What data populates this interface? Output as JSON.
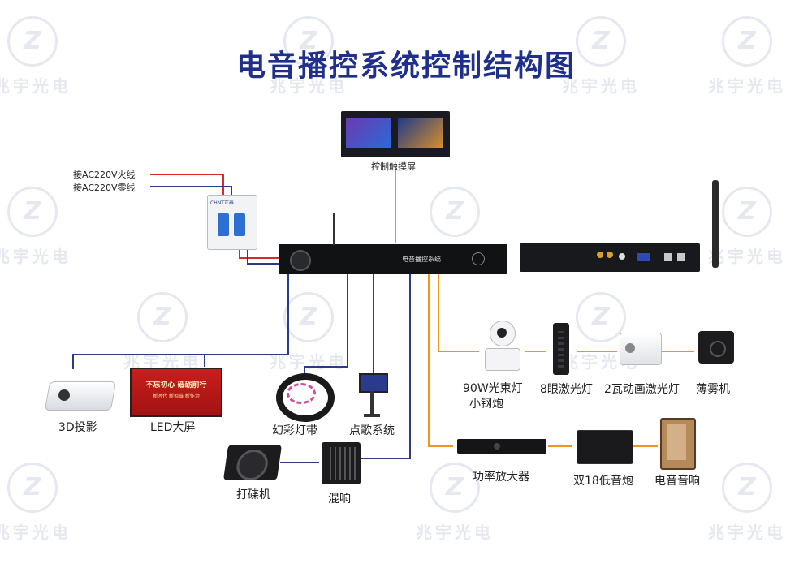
{
  "title": "电音播控系统控制结构图",
  "watermark": "兆宇光电",
  "wires": {
    "live": "接AC220V火线",
    "neutral": "接AC220V零线"
  },
  "breaker": {
    "brand": "CHNT正泰"
  },
  "main_unit": {
    "label": "电音播控系统"
  },
  "touch_screen": {
    "label": "控制触摸屏"
  },
  "led_screen": {
    "line1": "不忘初心  砥砺前行",
    "line2": "新时代 新担当 新作为"
  },
  "devices": {
    "projector": "3D投影",
    "led": "LED大屏",
    "strip": "幻彩灯带",
    "song": "点歌系统",
    "dj": "打碟机",
    "mixer": "混响",
    "beam_line1": "90W光束灯",
    "beam_line2": "小钢炮",
    "laser8": "8眼激光灯",
    "laser2": "2瓦动画激光灯",
    "fog": "薄雾机",
    "amp": "功率放大器",
    "sub": "双18低音炮",
    "speaker": "电音音响"
  },
  "colors": {
    "title": "#1f2f8c",
    "red_wire": "#d42a2a",
    "blue_wire": "#2a3a8c",
    "orange_wire": "#f0961e"
  }
}
